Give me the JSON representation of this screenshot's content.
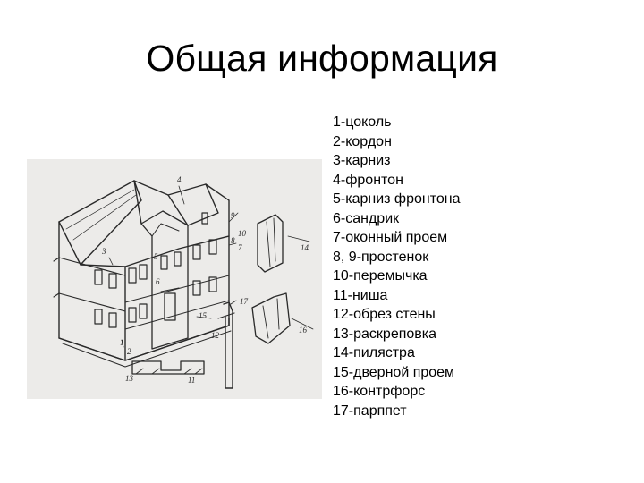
{
  "slide": {
    "title": "Общая информация"
  },
  "figure": {
    "callouts": [
      "1",
      "2",
      "3",
      "4",
      "5",
      "6",
      "7",
      "8",
      "9",
      "10",
      "11",
      "12",
      "13",
      "14",
      "15",
      "16",
      "17"
    ]
  },
  "legend": {
    "items": [
      "1-цоколь",
      "2-кордон",
      "3-карниз",
      "4-фронтон",
      "5-карниз фронтона",
      "6-сандрик",
      "7-оконный проем",
      "8, 9-простенок",
      "10-перемычка",
      "11-ниша",
      "12-обрез стены",
      "13-раскреповка",
      "14-пилястра",
      "15-дверной проем",
      "16-контрфорс",
      "17-парппет"
    ]
  }
}
